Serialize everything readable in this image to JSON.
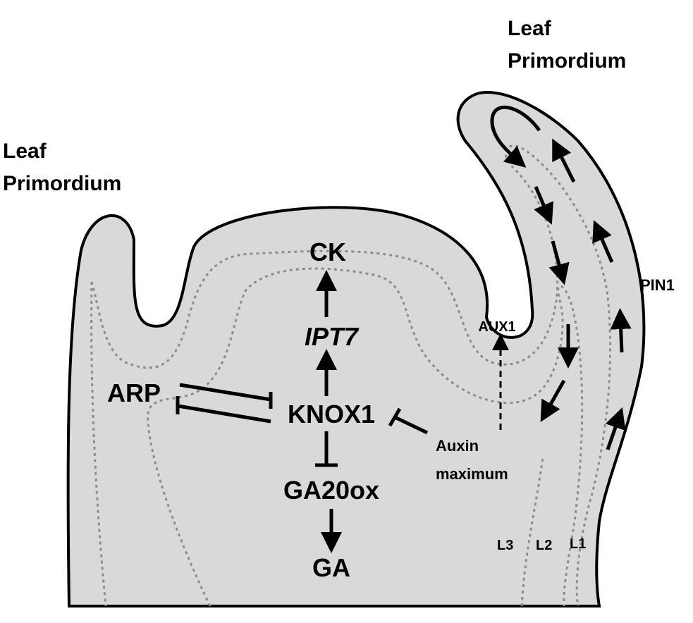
{
  "labels": {
    "leaf_primordium_right": [
      "Leaf",
      "Primordium"
    ],
    "leaf_primordium_left": [
      "Leaf",
      "Primordium"
    ],
    "ck": "CK",
    "ipt7": "IPT7",
    "knox1": "KNOX1",
    "arp": "ARP",
    "ga20ox": "GA20ox",
    "ga": "GA",
    "aux1": "AUX1",
    "pin1": "PIN1",
    "auxin_maximum": [
      "Auxin",
      "maximum"
    ],
    "layers": [
      "L3",
      "L2",
      "L1"
    ]
  },
  "colors": {
    "tissue_fill": "#d9d9d9",
    "outline": "#000000",
    "layer_boundary": "#8c8c8c"
  }
}
